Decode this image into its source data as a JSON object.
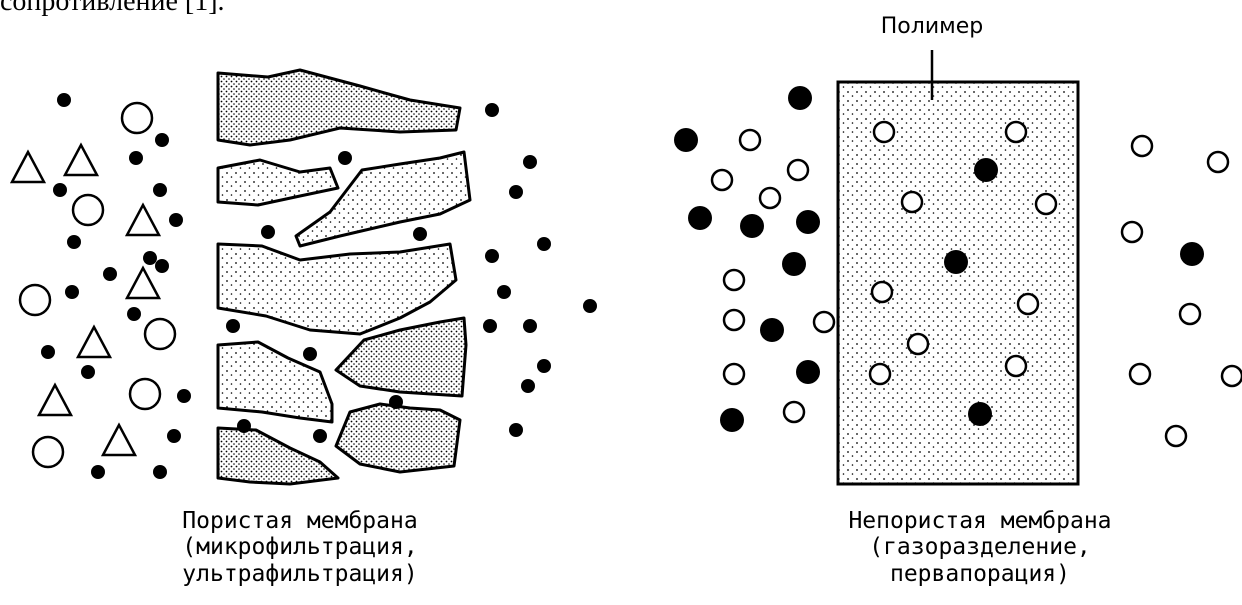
{
  "top_cut_text": "сопротивление [1].",
  "polymer_label": "Полимер",
  "left_caption": {
    "line1": "Пористая мембрана",
    "line2": "(микрофильтрация,",
    "line3": "ультрафильтрация)"
  },
  "right_caption": {
    "line1": "Непористая мембрана",
    "line2": "(газоразделение,",
    "line3": "первапорация)"
  },
  "colors": {
    "ink": "#000000",
    "background": "#ffffff"
  }
}
